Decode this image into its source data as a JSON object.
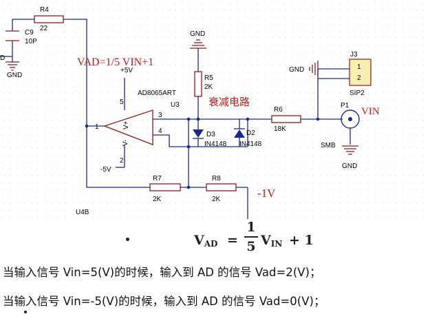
{
  "schematic": {
    "c9": {
      "ref": "C9",
      "value": "10P"
    },
    "r4": {
      "ref": "R4",
      "value": "22"
    },
    "gnd_left": "GND",
    "gnd_top": "GND",
    "gnd_j3": "GND",
    "gnd_p1": "GND",
    "vad_formula_label": "VAD=1/5 VIN+1",
    "opamp": {
      "part": "AD8065ART",
      "ref": "U3",
      "supply_pos": "+5V",
      "supply_neg": "-5V",
      "pin_out": "1",
      "pin_in_pos": "3",
      "pin_in_neg": "4",
      "pin_vpos": "5",
      "pin_vneg": "2",
      "vplus_mark": "V+",
      "vminus_mark": "V-"
    },
    "r5": {
      "ref": "R5",
      "value": "2K"
    },
    "attenuator_label": "衰减电路",
    "r6": {
      "ref": "R6",
      "value": "18K"
    },
    "d3": {
      "ref": "D3",
      "value": "IN4148"
    },
    "d2": {
      "ref": "D2",
      "value": "IN4148"
    },
    "r7": {
      "ref": "R7",
      "value": "2K"
    },
    "r8": {
      "ref": "R8",
      "value": "2K"
    },
    "neg1v_label": "-1V",
    "u4b": "U4B",
    "j3": {
      "ref": "J3",
      "pin1": "1",
      "pin2": "2",
      "type": "SIP2"
    },
    "p1": {
      "ref": "P1",
      "type": "SMB",
      "signal": "VIN"
    },
    "truncated_label": "D"
  },
  "formula": {
    "lhs": "V",
    "lhs_sub": "AD",
    "eq": "=",
    "num": "1",
    "den": "5",
    "rhs": "V",
    "rhs_sub": "IN",
    "plus": "+ 1"
  },
  "text": {
    "line1": "当输入信号 Vin=5(V)的时候，输入到 AD 的信号 Vad=2(V)；",
    "line2": "当输入信号 Vin=-5(V)的时候，输入到 AD 的信号 Vad=0(V)；"
  },
  "colors": {
    "wire": "#1a2a8c",
    "part": "#8b1a1a",
    "annotation": "#c41a1a",
    "j3_fill": "#f7f0b0"
  }
}
